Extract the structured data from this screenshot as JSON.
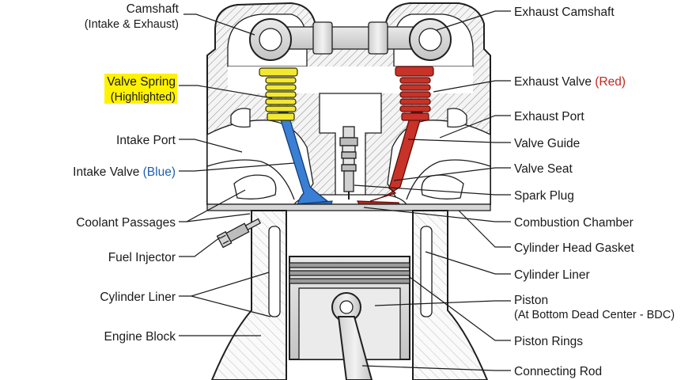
{
  "colors": {
    "spring_highlight": "#f2e832",
    "intake_valve": "#3a7fd4",
    "exhaust_valve": "#c83228",
    "label_highlight": "#fff200",
    "blue_text": "#1f5fb0",
    "red_text": "#c0281e"
  },
  "labels": {
    "camshaft": "Camshaft",
    "camshaft_sub": "(Intake & Exhaust)",
    "valve_spring": "Valve Spring",
    "valve_spring_sub": "(Highlighted)",
    "intake_port": "Intake Port",
    "intake_valve": "Intake Valve",
    "intake_valve_color": "(Blue)",
    "coolant_passages": "Coolant Passages",
    "fuel_injector": "Fuel Injector",
    "cylinder_liner_left": "Cylinder Liner",
    "engine_block": "Engine Block",
    "exhaust_camshaft": "Exhaust Camshaft",
    "exhaust_valve": "Exhaust Valve",
    "exhaust_valve_color": "(Red)",
    "exhaust_port": "Exhaust Port",
    "valve_guide": "Valve Guide",
    "valve_seat": "Valve Seat",
    "spark_plug": "Spark Plug",
    "combustion_chamber": "Combustion Chamber",
    "cylinder_head_gasket": "Cylinder Head Gasket",
    "cylinder_liner_right": "Cylinder Liner",
    "piston": "Piston",
    "piston_sub": "(At Bottom Dead Center - BDC)",
    "piston_rings": "Piston Rings",
    "connecting_rod": "Connecting Rod"
  }
}
